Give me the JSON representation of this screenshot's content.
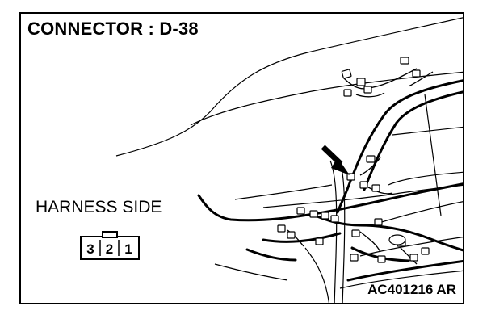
{
  "title": "CONNECTOR : D-38",
  "harness_label": "HARNESS SIDE",
  "connector_pins": [
    "3",
    "2",
    "1"
  ],
  "figure_code": "AC401216 AR"
}
